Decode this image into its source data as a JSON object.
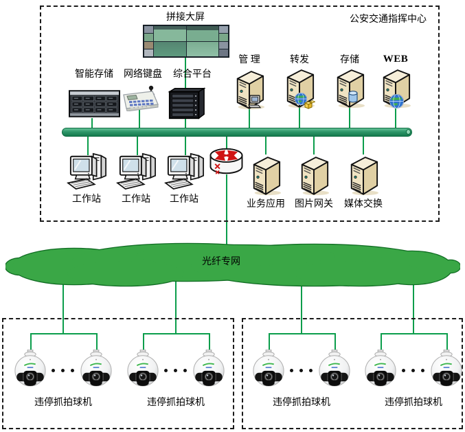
{
  "command_center": {
    "label": "公安交通指挥中心",
    "video_wall_label": "拼接大屏",
    "devices": [
      {
        "label": "智能存储",
        "icon": "storage-array-icon"
      },
      {
        "label": "网络键盘",
        "icon": "control-keyboard-icon"
      },
      {
        "label": "综合平台",
        "icon": "platform-chassis-icon"
      }
    ],
    "servers": [
      {
        "label": "管 理",
        "icon": "tower-server-icon",
        "badge": "pc-badge-icon"
      },
      {
        "label": "转发",
        "icon": "tower-server-icon",
        "badge": "globe-packages-badge-icon"
      },
      {
        "label": "存储",
        "icon": "tower-server-icon",
        "badge": "database-badge-icon"
      },
      {
        "label": "WEB",
        "icon": "tower-server-icon",
        "badge": "globe-badge-icon"
      }
    ],
    "workstations": [
      {
        "label": "工作站"
      },
      {
        "label": "工作站"
      },
      {
        "label": "工作站"
      }
    ],
    "router_icon": "router-icon",
    "service_servers": [
      {
        "label": "业务应用"
      },
      {
        "label": "图片网关"
      },
      {
        "label": "媒体交换"
      }
    ]
  },
  "network": {
    "cloud_label": "光纤专网",
    "line_color": "#0a9d4b",
    "bus_color": "#2d9668",
    "cloud_fill": "#3aa746",
    "cloud_outline": "#0f6b22"
  },
  "field_sites": [
    {
      "name": "left-site",
      "groups": [
        {
          "label": "违停抓拍球机",
          "camera_icon": "dome-camera-icon"
        },
        {
          "label": "违停抓拍球机",
          "camera_icon": "dome-camera-icon"
        }
      ]
    },
    {
      "name": "right-site",
      "groups": [
        {
          "label": "违停抓拍球机",
          "camera_icon": "dome-camera-icon"
        },
        {
          "label": "违停抓拍球机",
          "camera_icon": "dome-camera-icon"
        }
      ]
    }
  ]
}
